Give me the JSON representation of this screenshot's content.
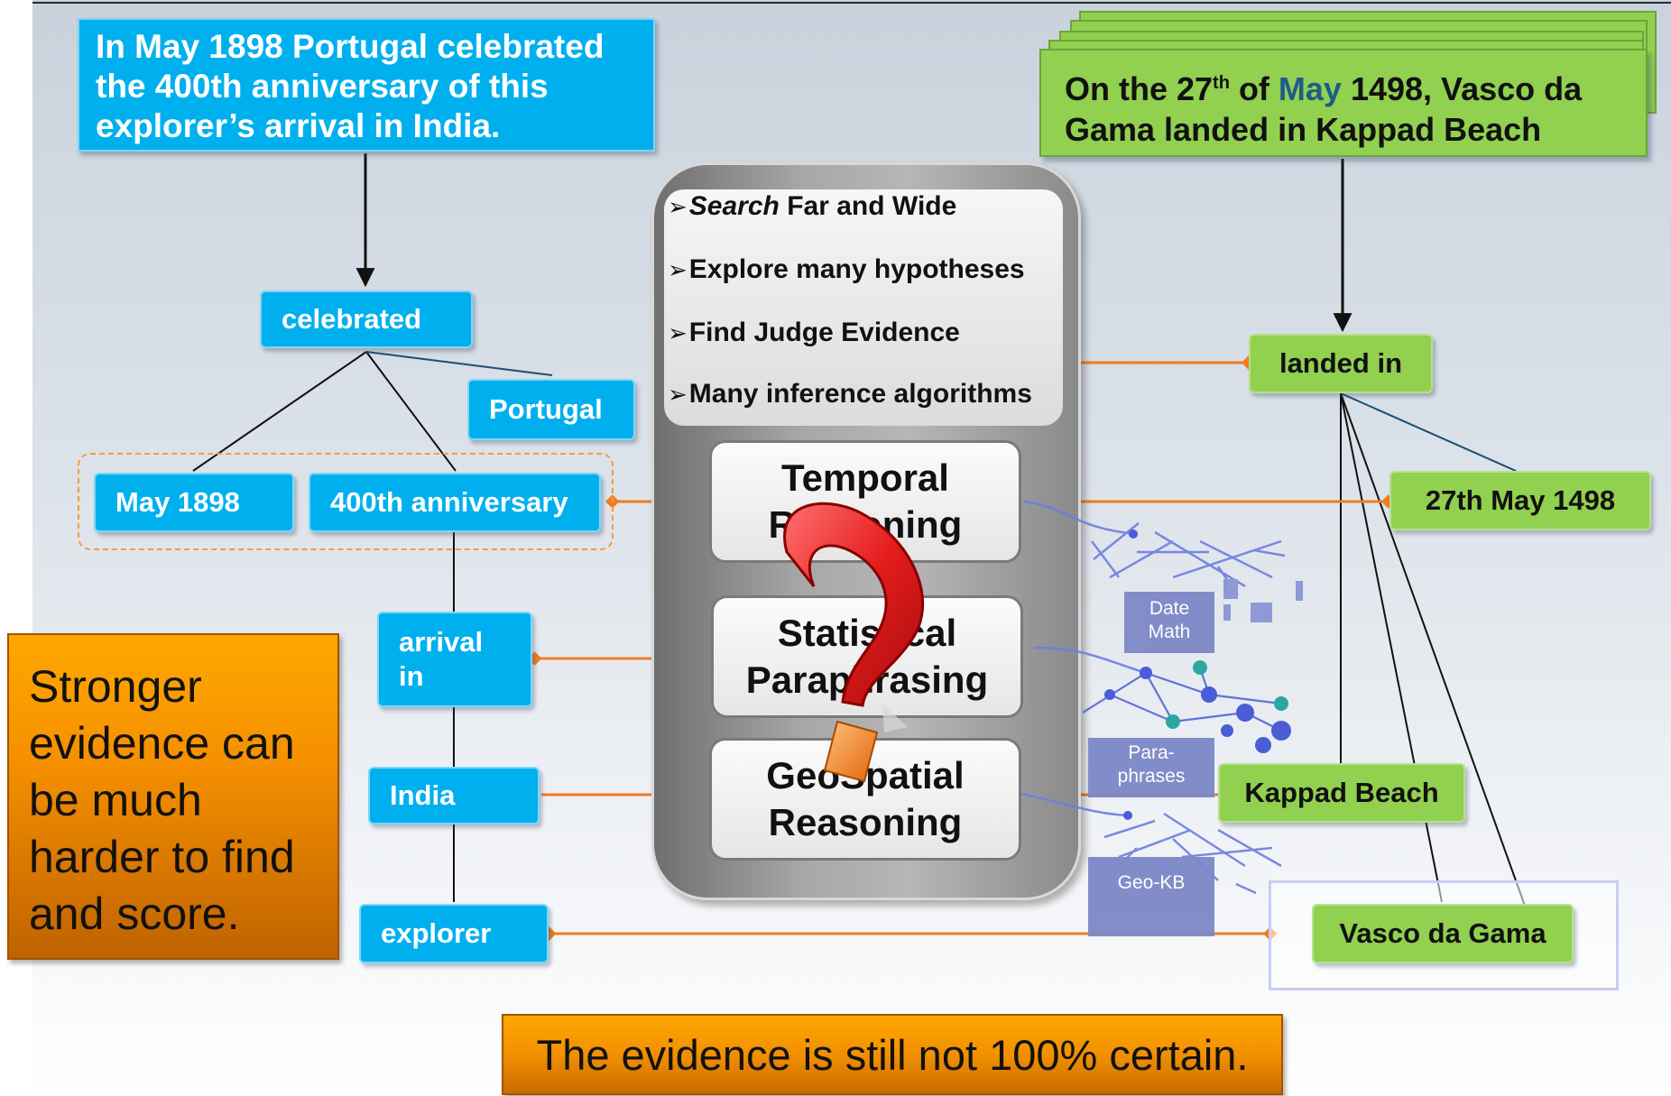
{
  "header_left": {
    "lines": [
      "In May 1898 Portugal celebrated",
      "the 400th anniversary of this",
      "explorer’s arrival in India."
    ]
  },
  "header_right": {
    "prefix": "On the 27",
    "sup": "th",
    "of": " of ",
    "month": "May",
    "line1_rest": " 1498, Vasco da",
    "line2": "Gama landed in Kappad Beach"
  },
  "left_nodes": {
    "celebrated": "celebrated",
    "portugal": "Portugal",
    "may_1898": "May 1898",
    "anniversary": "400th anniversary",
    "arrival_1": "arrival",
    "arrival_2": "in",
    "india": "India",
    "explorer": "explorer"
  },
  "right_nodes": {
    "landed_in": "landed in",
    "date": "27th May 1498",
    "kappad": "Kappad Beach",
    "vasco": "Vasco da Gama"
  },
  "center": {
    "bullet_marker": "➢",
    "bullet1_em": "Search",
    "bullet1_rest": " Far and Wide",
    "bullet2": "Explore many hypotheses",
    "bullet3": "Find Judge Evidence",
    "bullet4": "Many inference algorithms",
    "modules": [
      {
        "line1": "Temporal",
        "line2": "Reasoning"
      },
      {
        "line1": "Statistical",
        "line2": "Paraphrasing"
      },
      {
        "line1": "GeoSpatial",
        "line2": "Reasoning"
      }
    ],
    "overlay_icon": "question-mark"
  },
  "knowledge_bases": {
    "date_math_1": "Date",
    "date_math_2": "Math",
    "paraphrases_1": "Para-",
    "paraphrases_2": "phrases",
    "geo_kb": "Geo-KB"
  },
  "notes": {
    "stronger_lines": [
      "Stronger",
      "evidence can",
      "be much",
      "harder to find",
      "and score."
    ],
    "bottom": "The evidence is still not 100% certain."
  },
  "colors": {
    "blue_node": "#00b0ee",
    "green_node": "#92d050",
    "orange_connector": "#f07c22",
    "orange_note": "#f59000",
    "question_red": "#e41c1c",
    "question_orange": "#f58220",
    "kb_box": "#7c88c6",
    "network_line": "#6b7ee0"
  }
}
